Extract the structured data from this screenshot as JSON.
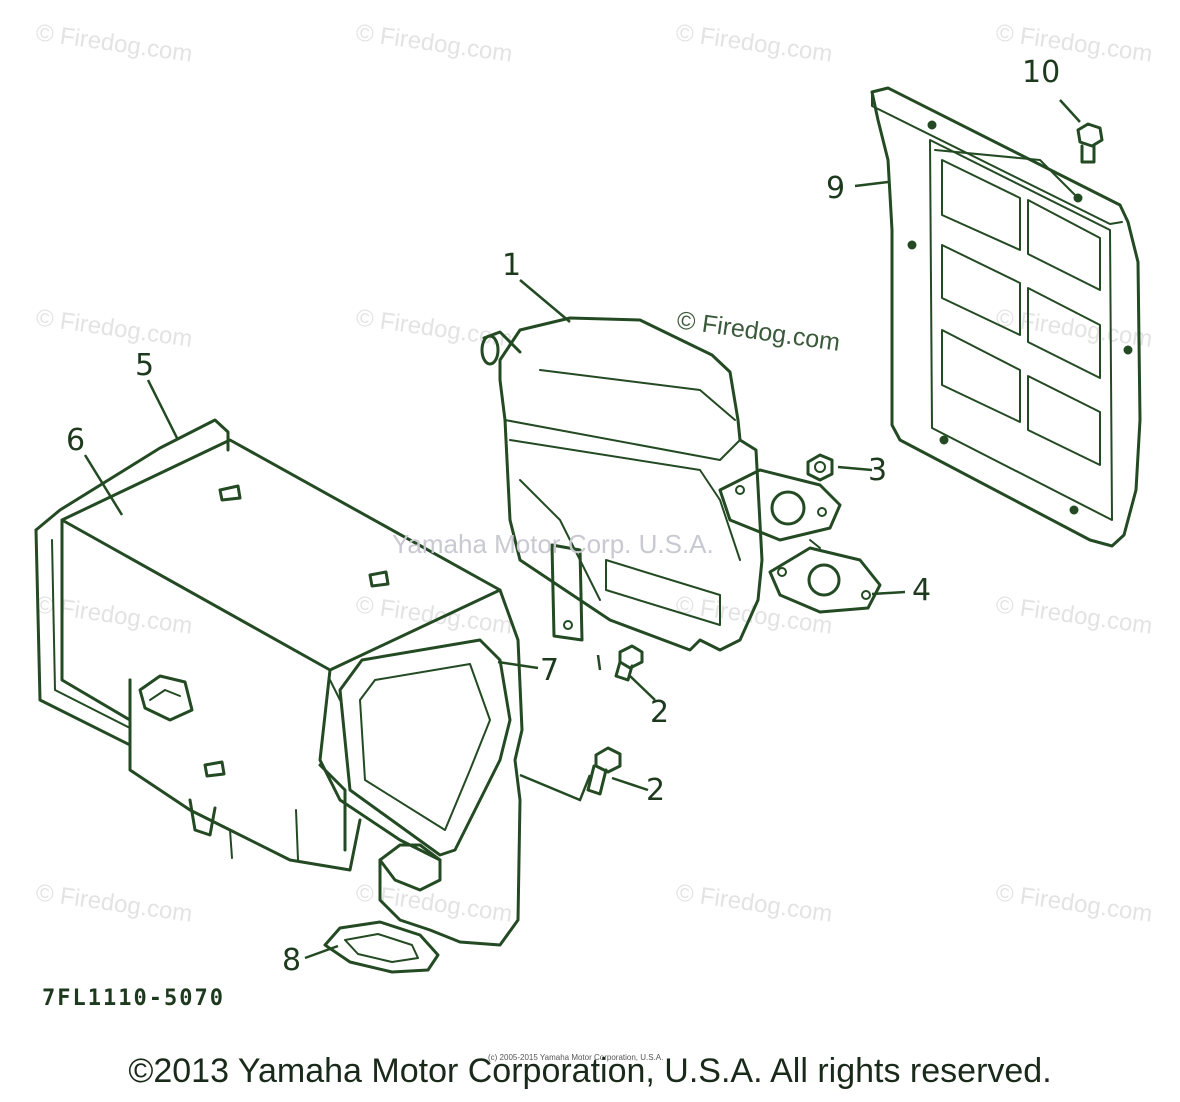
{
  "watermark": {
    "text": "© Firedog.com",
    "center_text": "Yamaha Motor Corp. U.S.A.",
    "small_notice": "(c) 2005-2015 Yamaha Motor Corporation, U.S.A."
  },
  "callouts": {
    "c1": "1",
    "c2a": "2",
    "c2b": "2",
    "c3": "3",
    "c4": "4",
    "c5": "5",
    "c6": "6",
    "c7": "7",
    "c8": "8",
    "c9": "9",
    "c10": "10"
  },
  "part_code": "7FL1110-5070",
  "copyright": "©2013 Yamaha Motor Corporation, U.S.A. All rights reserved.",
  "colors": {
    "line": "#234a23",
    "text": "#1e3a1e",
    "watermark": "#e3e3e3"
  }
}
